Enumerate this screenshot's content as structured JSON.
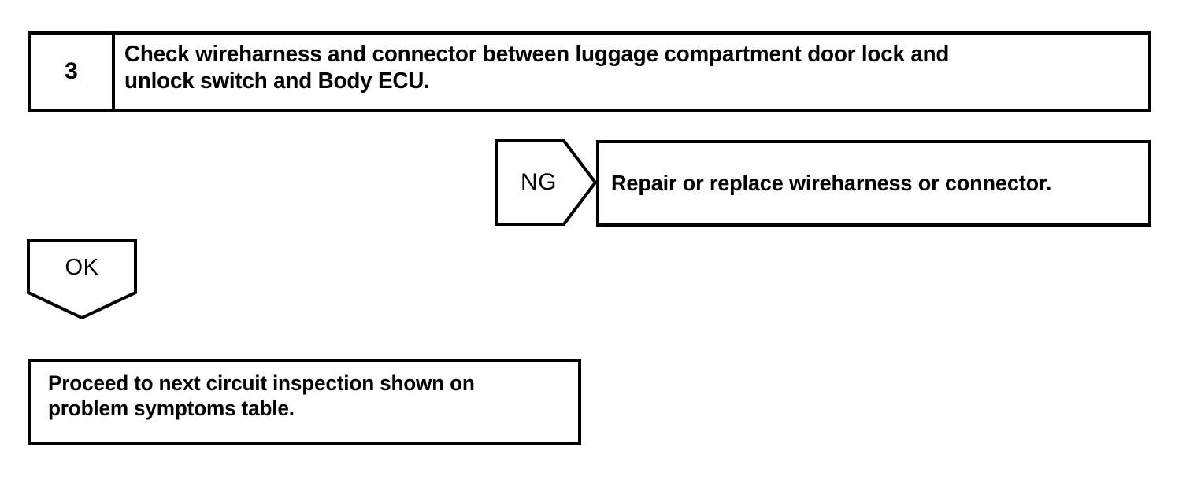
{
  "page": {
    "background_color": "#ffffff",
    "line_color": "#000000",
    "text_color": "#000000",
    "type": "troubleshooting-flowchart"
  },
  "step": {
    "number": "3",
    "instruction": "Check wireharness and connector between luggage compartment door lock and\nunlock switch and Body ECU."
  },
  "branches": {
    "ng": {
      "label": "NG",
      "shape": "pentagon-right",
      "action": "Repair or replace wireharness or connector."
    },
    "ok": {
      "label": "OK",
      "shape": "pentagon-down",
      "action": "Proceed to next circuit inspection shown on\nproblem symptoms table."
    }
  }
}
